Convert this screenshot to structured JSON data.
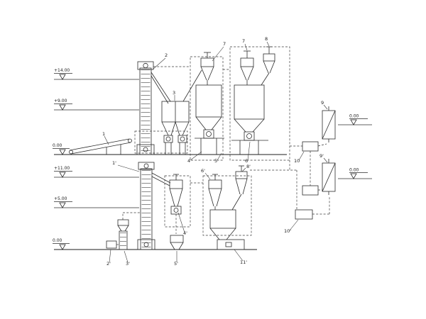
{
  "drawing": {
    "type": "process-flow-diagram",
    "background": "#ffffff",
    "line_color": "#2b2b2b"
  },
  "elevations": {
    "upper_left": [
      {
        "text": "+14.00"
      },
      {
        "text": "+9.00"
      },
      {
        "text": "0.00"
      }
    ],
    "lower_left": [
      {
        "text": "+11.00"
      },
      {
        "text": "+5.00"
      },
      {
        "text": "0.00"
      }
    ],
    "right": [
      {
        "text": "0.00"
      },
      {
        "text": "0.00"
      }
    ]
  },
  "equipment_labels": [
    {
      "ref": "inclined-conveyor",
      "text": "1"
    },
    {
      "ref": "bucket-elevator",
      "text": "2"
    },
    {
      "ref": "double-outlet-bin",
      "text": "3"
    },
    {
      "ref": "feeder-left",
      "text": "4"
    },
    {
      "ref": "feeder-mid",
      "text": "5"
    },
    {
      "ref": "feeder-right",
      "text": "6"
    },
    {
      "ref": "cyclone-left",
      "text": "7"
    },
    {
      "ref": "cyclone-mid",
      "text": "7"
    },
    {
      "ref": "cyclone-small",
      "text": "8"
    },
    {
      "ref": "fan-upper",
      "text": "9"
    },
    {
      "ref": "fan-lower",
      "text": "9'"
    },
    {
      "ref": "junction-box",
      "text": "10"
    },
    {
      "ref": "junction-box-lower",
      "text": "10'"
    },
    {
      "ref": "bucket-elevator-lower",
      "text": "1'"
    },
    {
      "ref": "bin-bottom-left",
      "text": "2'"
    },
    {
      "ref": "mini-elevator",
      "text": "3'"
    },
    {
      "ref": "cyclone-discharge",
      "text": "4'"
    },
    {
      "ref": "bottom-device",
      "text": "5'"
    },
    {
      "ref": "cyclone-lower-left",
      "text": "6'"
    },
    {
      "ref": "cyclone-lower-right",
      "text": "8'"
    },
    {
      "ref": "packer",
      "text": "11'"
    }
  ]
}
